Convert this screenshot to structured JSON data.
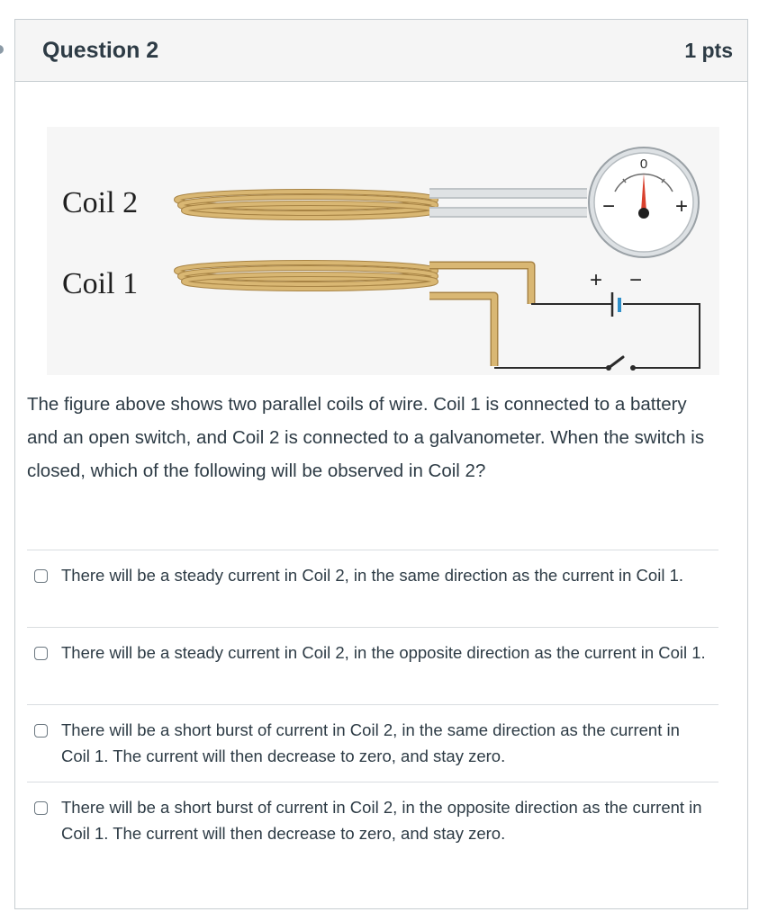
{
  "question": {
    "title": "Question 2",
    "points": "1 pts",
    "text": "The figure above shows two parallel coils of wire. Coil 1 is connected to a battery and an open switch, and Coil 2 is connected to a galvanometer. When the switch is closed, which of the following will be observed in Coil 2?"
  },
  "figure": {
    "coil2_label": "Coil 2",
    "coil1_label": "Coil 1",
    "galvanometer_zero": "0",
    "galvanometer_minus": "−",
    "galvanometer_plus": "+",
    "battery_plus": "+",
    "battery_minus": "−",
    "colors": {
      "coil_wire": "#d9b773",
      "coil_wire_dark": "#a88445",
      "lead_wire": "#cfd3d6",
      "circuit_wire": "#2b2b2b",
      "needle": "#d9412e",
      "battery": "#2f8fc9",
      "figure_background": "#f6f6f6"
    }
  },
  "answers": [
    {
      "label": "There will be a steady current in Coil 2, in the same direction as the current in Coil 1.",
      "checked": false
    },
    {
      "label": "There will be a steady current in Coil 2, in the opposite direction as the current in Coil 1.",
      "checked": false
    },
    {
      "label": "There will be a short burst of current in Coil 2, in the same direction as the current in Coil 1. The current will then decrease to zero, and stay zero.",
      "checked": false
    },
    {
      "label": "There will be a short burst of current in Coil 2, in the opposite direction as the current in Coil 1. The current will then decrease to zero, and stay zero.",
      "checked": false
    }
  ]
}
